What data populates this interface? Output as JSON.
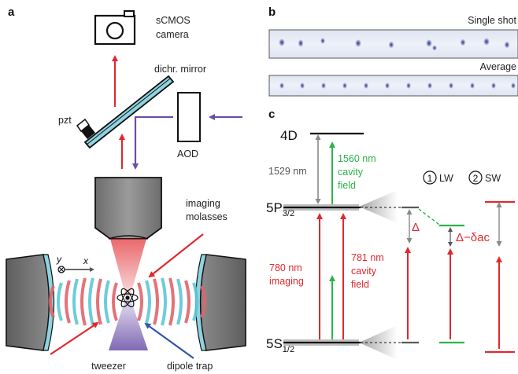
{
  "panels": {
    "a": "a",
    "b": "b",
    "c": "c"
  },
  "panel_a": {
    "camera": [
      "sCMOS",
      "camera"
    ],
    "mirror": "dichr. mirror",
    "pzt": "pzt",
    "aod": "AOD",
    "molasses": [
      "imaging",
      "molasses"
    ],
    "axis_y": "y",
    "axis_x": "x",
    "tweezer": "tweezer",
    "dipole_trap": "dipole trap"
  },
  "panel_b": {
    "single_shot": "Single shot",
    "average": "Average"
  },
  "panel_c": {
    "level_4d": "4D",
    "level_5p_main": "5P",
    "level_5p_sub": "3/2",
    "level_5s_main": "5S",
    "level_5s_sub": "1/2",
    "wl_1529": "1529 nm",
    "label_1560": [
      "1560 nm",
      "cavity",
      "field"
    ],
    "label_780": [
      "780 nm",
      "imaging"
    ],
    "label_781": [
      "781 nm",
      "cavity",
      "field"
    ],
    "delta": "Δ",
    "delta_ac": "Δ−δac",
    "lw_num": "1",
    "lw": "LW",
    "sw_num": "2",
    "sw": "SW"
  },
  "colors": {
    "red": "#e0282e",
    "green": "#2db34a",
    "purple": "#6a4fa8",
    "blue": "#2c56a8",
    "cyan_mirror": "#8fd3e0",
    "gray": "#888888",
    "dark_gray": "#5a5a5a"
  }
}
